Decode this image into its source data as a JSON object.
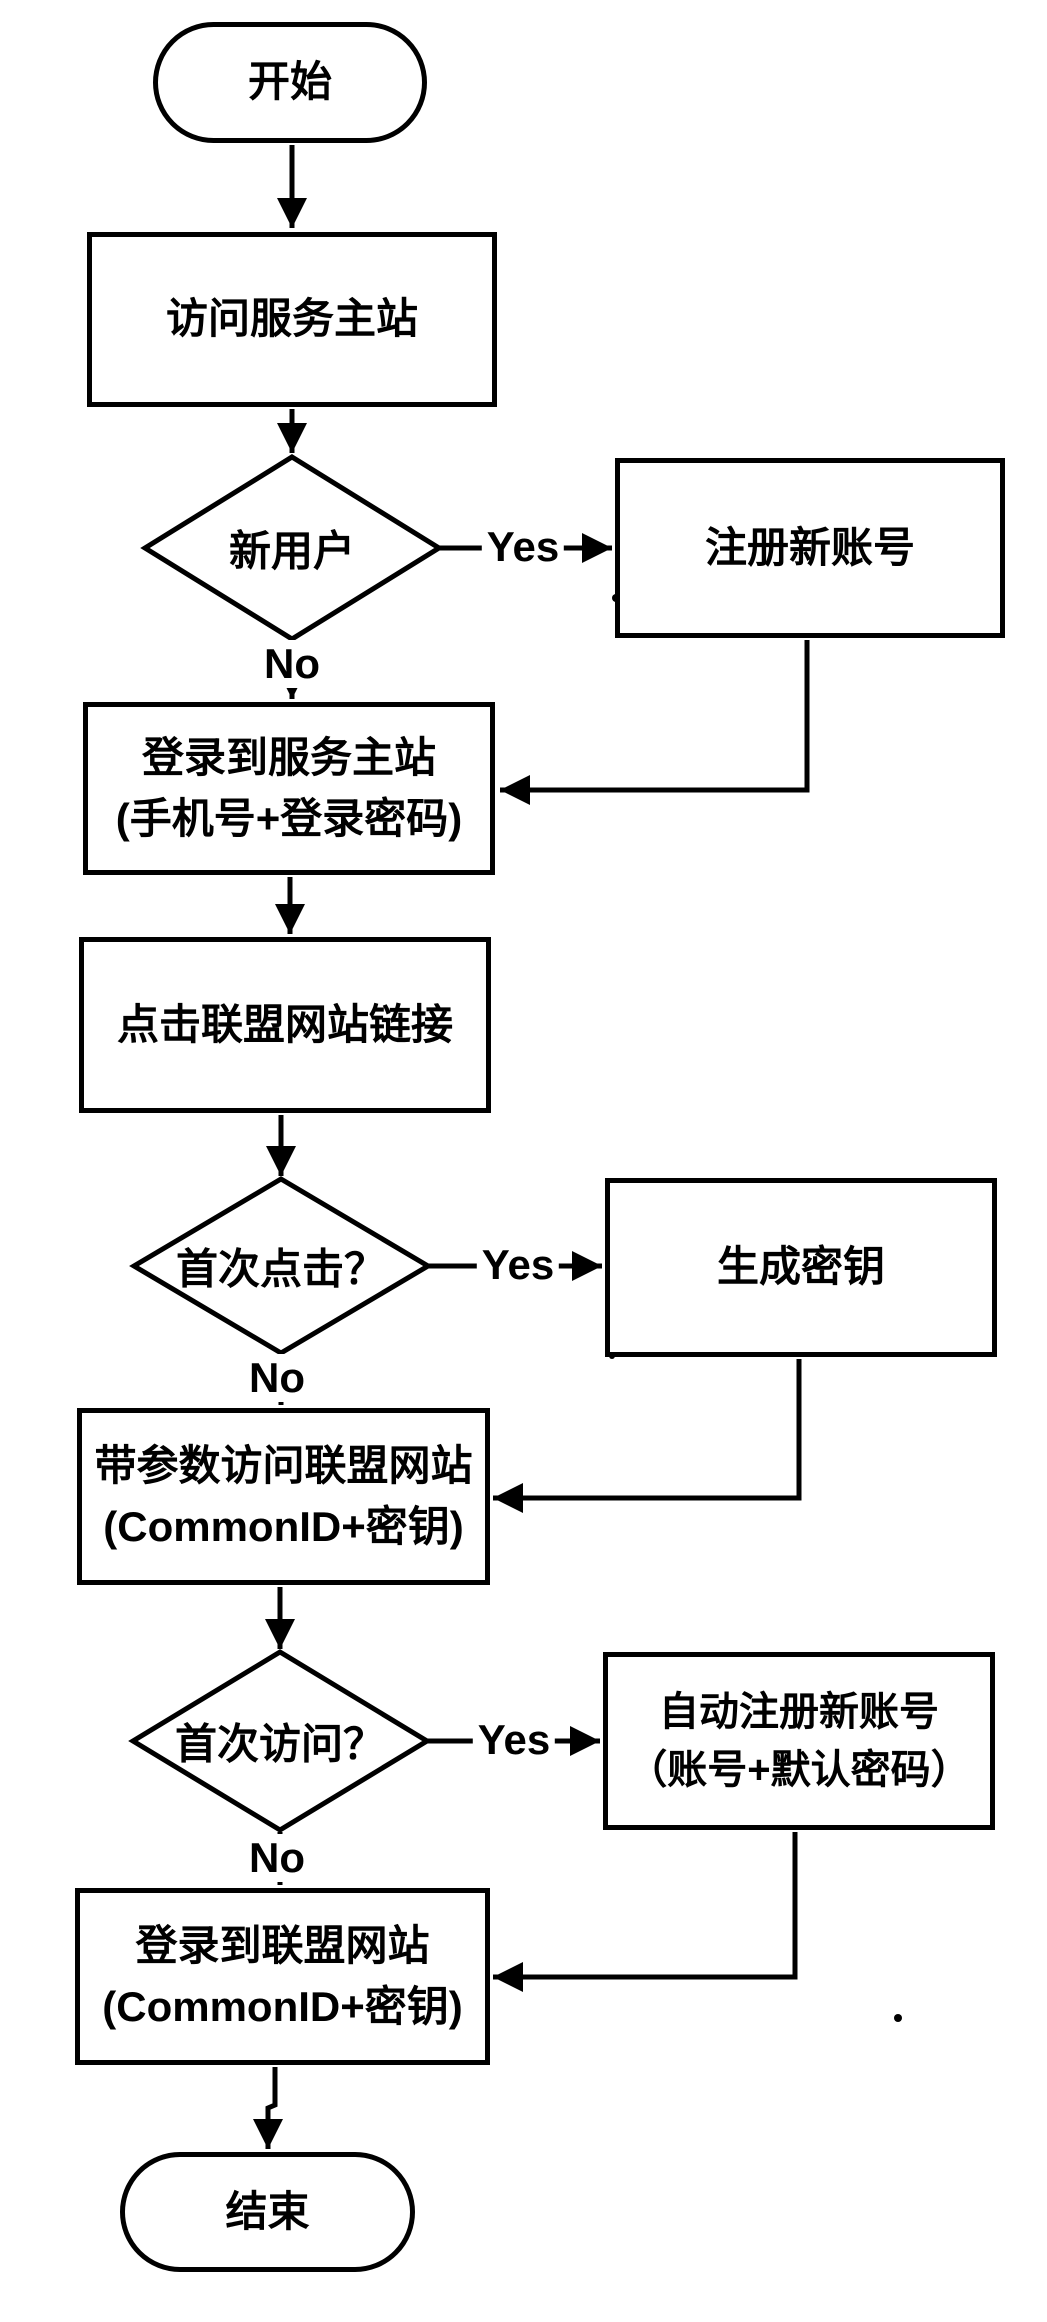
{
  "nodes": {
    "start": {
      "label": "开始",
      "type": "terminator"
    },
    "visit_main": {
      "label": "访问服务主站",
      "type": "process"
    },
    "new_user_decision": {
      "label": "新用户",
      "type": "decision"
    },
    "register_new_account": {
      "label": "注册新账号",
      "type": "process"
    },
    "login_main": {
      "line1": "登录到服务主站",
      "line2": "(手机号+登录密码)",
      "type": "process"
    },
    "click_alliance_link": {
      "label": "点击联盟网站链接",
      "type": "process"
    },
    "first_click_decision": {
      "label": "首次点击？",
      "type": "decision"
    },
    "generate_key": {
      "label": "生成密钥",
      "type": "process"
    },
    "visit_with_params": {
      "line1": "带参数访问联盟网站",
      "line2": "(CommonID+密钥)",
      "type": "process"
    },
    "first_visit_decision": {
      "label": "首次访问？",
      "type": "decision"
    },
    "auto_register": {
      "line1": "自动注册新账号",
      "line2": "（账号+默认密码）",
      "type": "process"
    },
    "login_alliance": {
      "line1": "登录到联盟网站",
      "line2": "(CommonID+密钥)",
      "type": "process"
    },
    "end": {
      "label": "结束",
      "type": "terminator"
    }
  },
  "edges": {
    "new_user_yes": "Yes",
    "new_user_no": "No",
    "first_click_yes": "Yes",
    "first_click_no": "No",
    "first_visit_yes": "Yes",
    "first_visit_no": "No"
  },
  "colors": {
    "stroke": "#000000",
    "background": "#ffffff"
  }
}
